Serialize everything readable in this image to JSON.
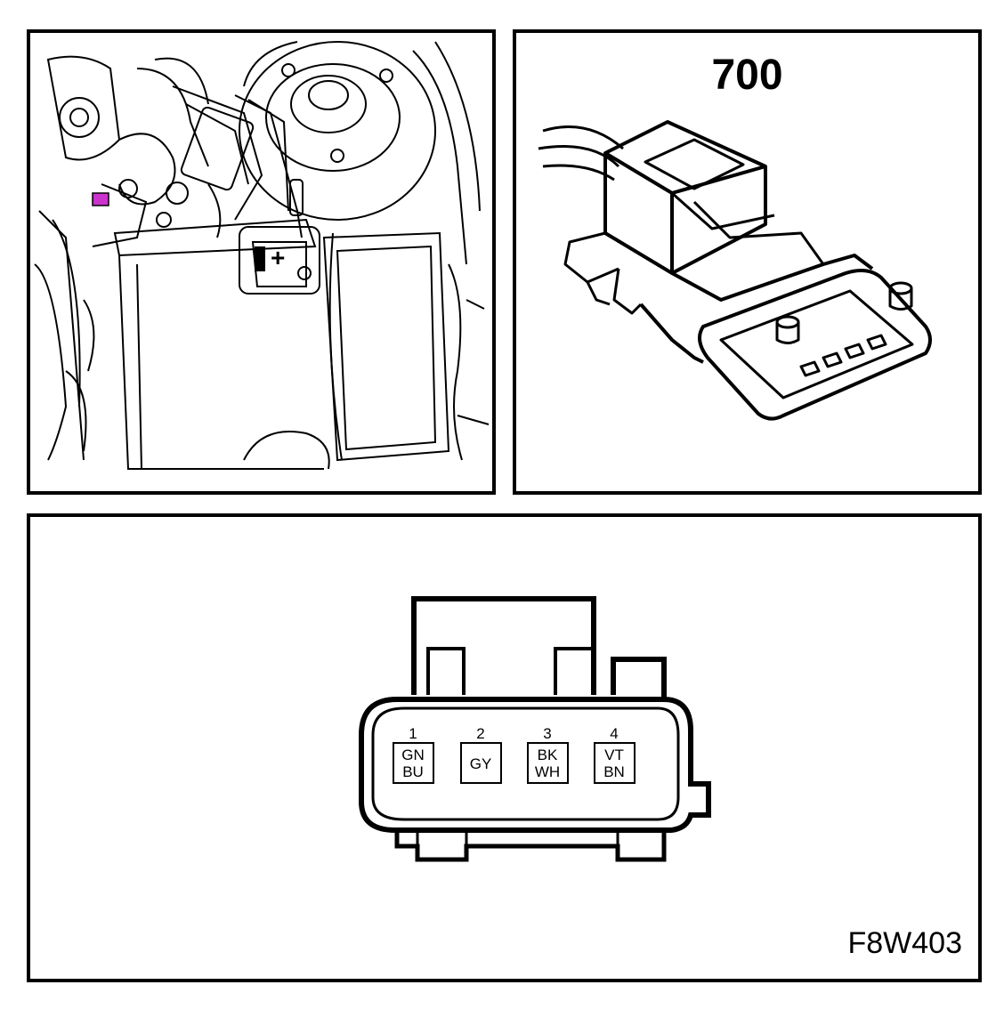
{
  "connector": {
    "number": "700"
  },
  "figure_id": "F8W403",
  "pins": [
    {
      "number": "1",
      "wire_colors": [
        "GN",
        "BU"
      ]
    },
    {
      "number": "2",
      "wire_colors": [
        "GY"
      ]
    },
    {
      "number": "3",
      "wire_colors": [
        "BK",
        "WH"
      ]
    },
    {
      "number": "4",
      "wire_colors": [
        "VT",
        "BN"
      ]
    }
  ],
  "location_view": {
    "marker_color": "#cc33cc",
    "battery_symbol": "+"
  }
}
